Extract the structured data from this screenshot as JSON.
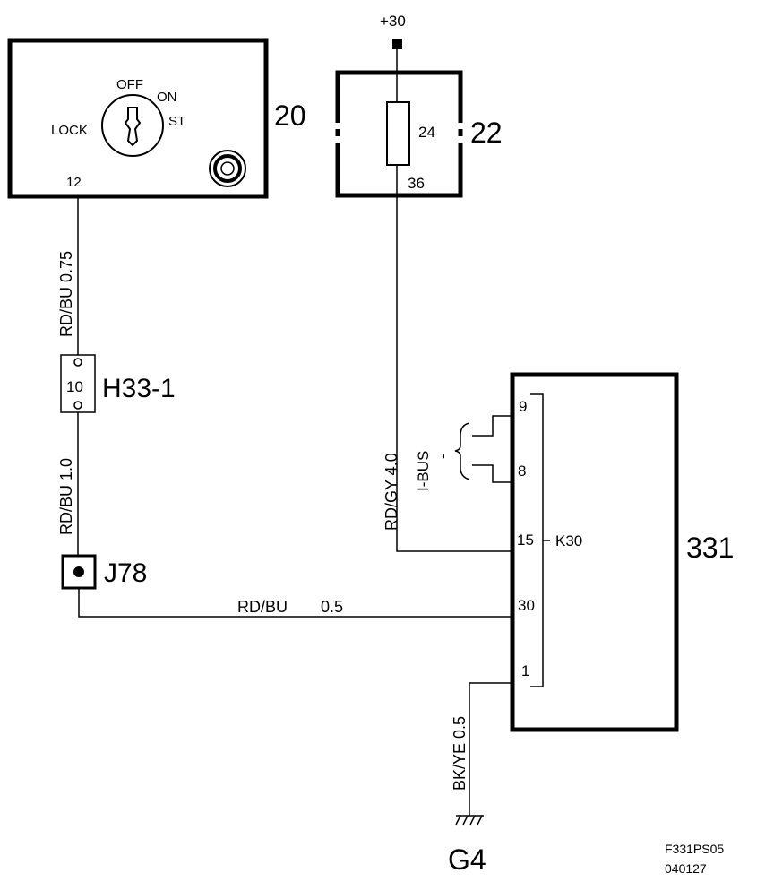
{
  "components": {
    "ignition_switch": {
      "ref": "20",
      "positions": [
        "LOCK",
        "OFF",
        "ON",
        "ST"
      ],
      "pin": "12"
    },
    "fuse": {
      "ref": "22",
      "value": "24",
      "pin": "36",
      "supply": "+30"
    },
    "connector": {
      "ref": "H33-1",
      "pin": "10"
    },
    "junction": {
      "ref": "J78"
    },
    "control_module": {
      "ref": "331",
      "pins": [
        "9",
        "8",
        "15",
        "30",
        "1"
      ],
      "bus_label": "I-BUS",
      "bus_sign": "-",
      "terminal_label": "K30"
    },
    "ground": {
      "ref": "G4"
    }
  },
  "wires": {
    "w1": "RD/BU  0.75",
    "w2": "RD/BU  1.0",
    "w3_color": "RD/BU",
    "w3_size": "0.5",
    "w4": "RD/GY  4.0",
    "w5": "BK/YE  0.5"
  },
  "footer": {
    "code": "F331PS05",
    "date": "040127"
  }
}
